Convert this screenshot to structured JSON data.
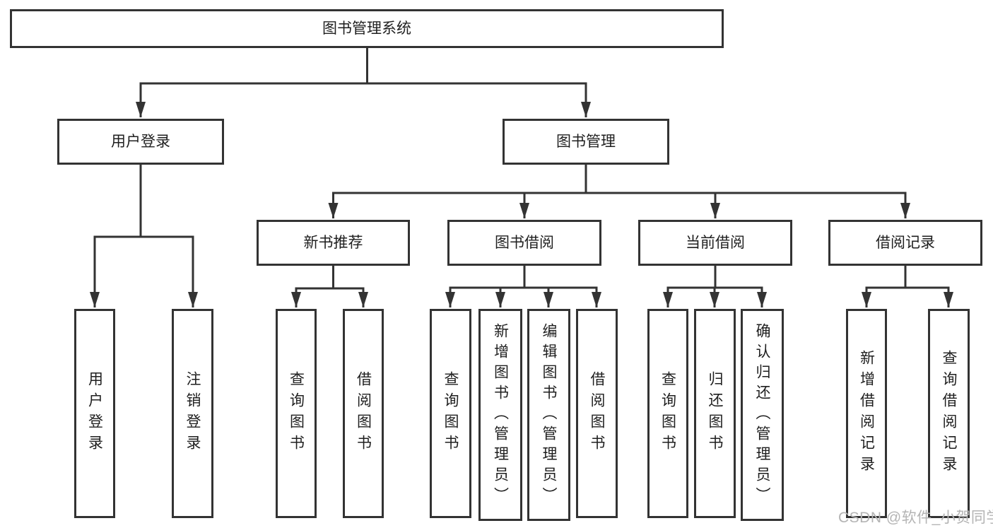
{
  "tree": {
    "label": "图书管理系统",
    "children": [
      {
        "label": "用户登录",
        "children": [
          {
            "label": "用户登录"
          },
          {
            "label": "注销登录"
          }
        ]
      },
      {
        "label": "图书管理",
        "children": [
          {
            "label": "新书推荐",
            "children": [
              {
                "label": "查询图书"
              },
              {
                "label": "借阅图书"
              }
            ]
          },
          {
            "label": "图书借阅",
            "children": [
              {
                "label": "查询图书"
              },
              {
                "label": "新增图书（管理员）"
              },
              {
                "label": "编辑图书（管理员）"
              },
              {
                "label": "借阅图书"
              }
            ]
          },
          {
            "label": "当前借阅",
            "children": [
              {
                "label": "查询图书"
              },
              {
                "label": "归还图书"
              },
              {
                "label": "确认归还（管理员）"
              }
            ]
          },
          {
            "label": "借阅记录",
            "children": [
              {
                "label": "新增借阅记录"
              },
              {
                "label": "查询借阅记录"
              }
            ]
          }
        ]
      }
    ]
  },
  "watermark": {
    "text": "CSDN @软件_小贺同学",
    "color": "#b4b4b4"
  },
  "colors": {
    "line": "#333333",
    "text": "#1f1f1f",
    "background": "#ffffff"
  }
}
